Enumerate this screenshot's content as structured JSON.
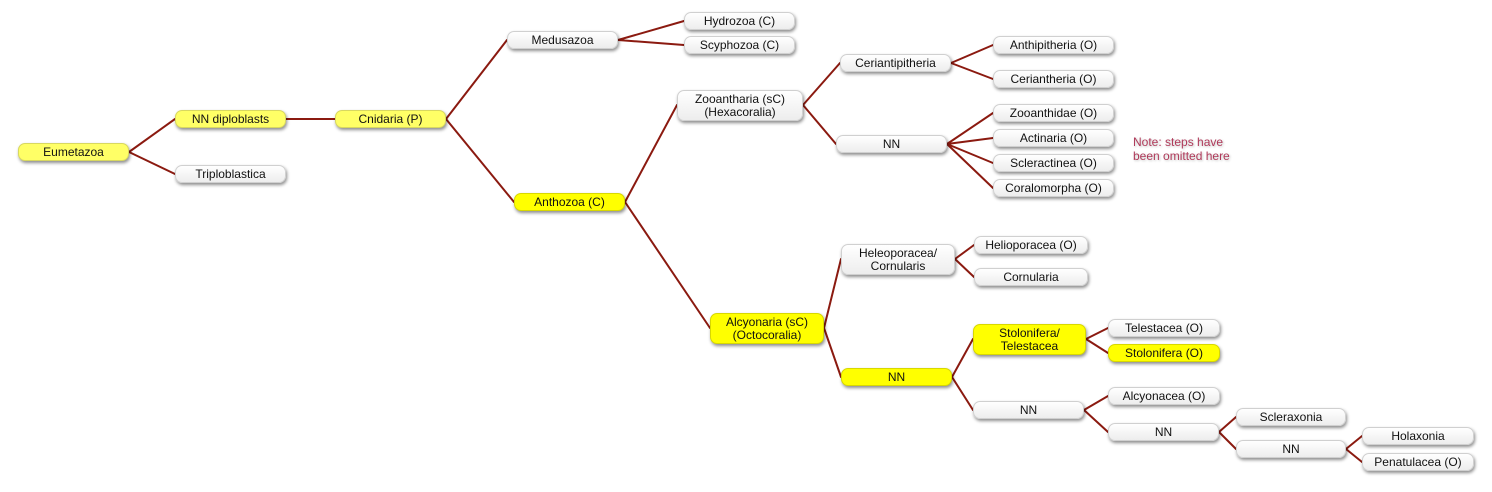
{
  "colors": {
    "edge": "#8b1a10",
    "highlight": "#ffff00",
    "highlight_pale": "#ffff66",
    "note": "#b03a5a"
  },
  "nodes": {
    "eumetazoa": "Eumetazoa",
    "nn_diploblasts": "NN diploblasts",
    "triploblastica": "Triploblastica",
    "cnidaria": "Cnidaria (P)",
    "medusazoa": "Medusazoa",
    "hydrozoa": "Hydrozoa (C)",
    "scyphozoa": "Scyphozoa (C)",
    "anthozoa": "Anthozoa (C)",
    "zooantharia": "Zooantharia (sC)\n(Hexacoralia)",
    "ceriantipitheria": "Ceriantipitheria",
    "anthipitheria": "Anthipitheria (O)",
    "ceriantheria": "Ceriantheria (O)",
    "nn_hexa": "NN",
    "zooanthidae": "Zooanthidae (O)",
    "actinaria": "Actinaria (O)",
    "scleractinea": "Scleractinea (O)",
    "coralomorpha": "Coralomorpha (O)",
    "alcyonaria": "Alcyonaria (sC)\n(Octocoralia)",
    "heleoporacea": "Heleoporacea/\nCornularis",
    "helioporacea_o": "Helioporacea (O)",
    "cornularia": "Cornularia",
    "nn_octo": "NN",
    "stolonifera_telestacea": "Stolonifera/\nTelestacea",
    "telestacea": "Telestacea (O)",
    "stolonifera": "Stolonifera (O)",
    "nn_octo2": "NN",
    "alcyonacea": "Alcyonacea (O)",
    "nn_octo3": "NN",
    "scleraxonia": "Scleraxonia",
    "nn_octo4": "NN",
    "holaxonia": "Holaxonia",
    "penatulacea": "Penatulacea (O)"
  },
  "note": "Note: steps have\nbeen omitted here"
}
